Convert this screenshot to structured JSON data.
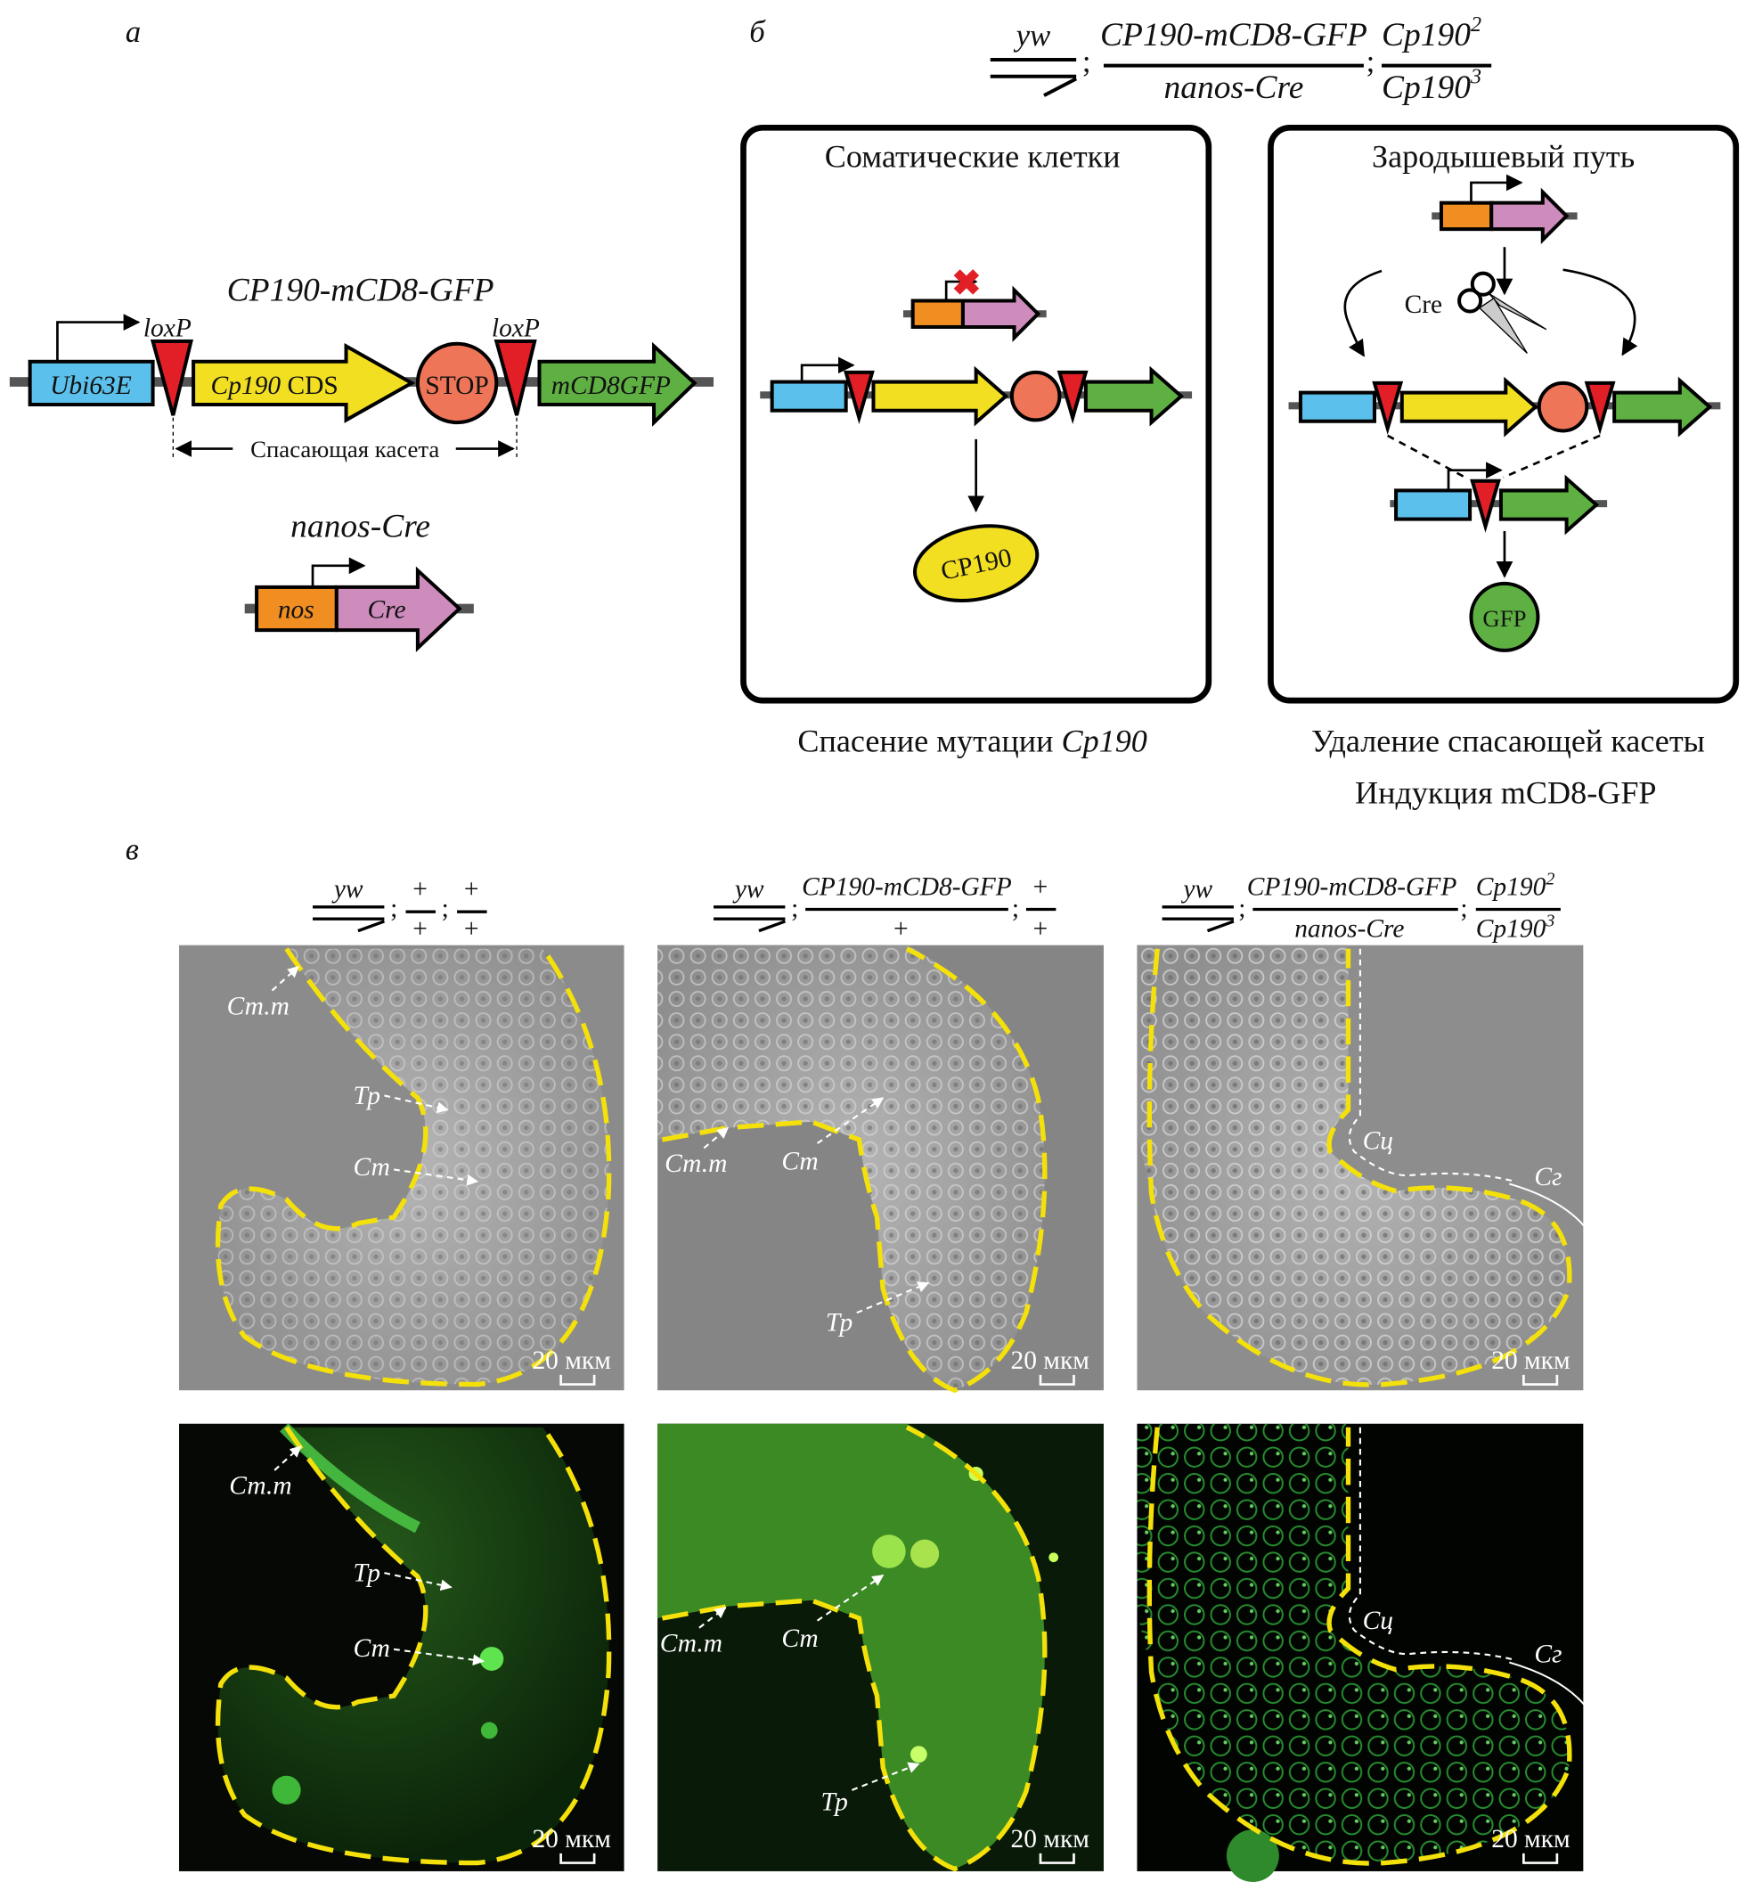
{
  "panel_labels": {
    "a": "а",
    "b": "б",
    "c": "в"
  },
  "panel_a": {
    "construct_title": "CP190-mCD8-GFP",
    "loxp_left": "loxP",
    "loxp_right": "loxP",
    "promoter": "Ubi63E",
    "cds_italic": "Cp190",
    "cds_suffix": " CDS",
    "stop": "STOP",
    "reporter": "mCD8GFP",
    "cassette_label": "Спасающая касета",
    "driver_title": "nanos-Cre",
    "driver_promoter": "nos",
    "driver_gene": "Cre",
    "colors": {
      "promoter": "#5bc1ec",
      "cds": "#f2df22",
      "stop": "#ee7558",
      "loxp": "#e21f26",
      "gfp": "#5fb043",
      "nos": "#f08e22",
      "cre": "#ce8cbd"
    }
  },
  "panel_b": {
    "genotype": {
      "x_top": "yw",
      "chr2_top": "CP190-mCD8-GFP",
      "chr2_bottom": "nanos-Cre",
      "chr3_top": "Cp190",
      "chr3_top_sup": "2",
      "chr3_bottom": "Cp190",
      "chr3_bottom_sup": "3"
    },
    "somatic": {
      "title": "Соматические клетки",
      "product": "CP190",
      "caption_prefix": "Спасение мутации ",
      "caption_italic": "Cp190"
    },
    "germline": {
      "title": "Зародышевый путь",
      "enzyme": "Cre",
      "product": "GFP",
      "caption_line1": "Удаление спасающей касеты",
      "caption_line2": "Индукция mCD8-GFP"
    }
  },
  "panel_c": {
    "genotypes": [
      {
        "x": "yw",
        "c2_top": "+",
        "c2_bottom": "+",
        "c3_top": "+",
        "c3_bottom": "+"
      },
      {
        "x": "yw",
        "c2_top": "CP190-mCD8-GFP",
        "c2_bottom": "+",
        "c3_top": "+",
        "c3_bottom": "+"
      },
      {
        "x": "yw",
        "c2_top": "CP190-mCD8-GFP",
        "c2_bottom": "nanos-Cre",
        "c3_top": "Cp190",
        "c3_top_sup": "2",
        "c3_bottom": "Cp190",
        "c3_bottom_sup": "3"
      }
    ],
    "labels": {
      "stm": "Ст.т",
      "tr": "Тр",
      "st": "Ст",
      "sc": "Сц",
      "sg": "Сг"
    },
    "scale_bar": "20 мкм"
  }
}
